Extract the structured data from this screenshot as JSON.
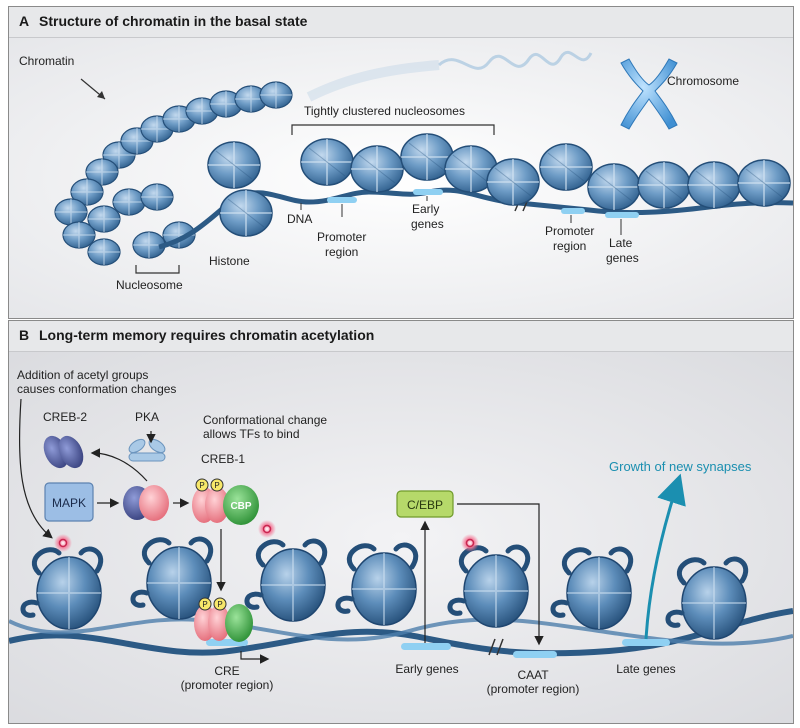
{
  "panel_a": {
    "letter": "A",
    "title": "Structure of chromatin in the basal state",
    "labels": {
      "chromatin": "Chromatin",
      "chromosome": "Chromosome",
      "tightly_clustered": "Tightly clustered nucleosomes",
      "dna": "DNA",
      "promoter_1_line1": "Promoter",
      "promoter_1_line2": "region",
      "early_genes_line1": "Early",
      "early_genes_line2": "genes",
      "promoter_2_line1": "Promoter",
      "promoter_2_line2": "region",
      "late_genes_line1": "Late",
      "late_genes_line2": "genes",
      "histone": "Histone",
      "nucleosome": "Nucleosome"
    }
  },
  "panel_b": {
    "letter": "B",
    "title": "Long-term memory requires chromatin acetylation",
    "labels": {
      "acetyl_line1": "Addition of acetyl groups",
      "acetyl_line2": "causes conformation changes",
      "creb2": "CREB-2",
      "pka": "PKA",
      "conf_line1": "Conformational change",
      "conf_line2": "allows TFs to bind",
      "creb1": "CREB-1",
      "cbp": "CBP",
      "mapk": "MAPK",
      "p": "P",
      "cebp": "C/EBP",
      "growth": "Growth of new synapses",
      "cre_line1": "CRE",
      "cre_line2": "(promoter region)",
      "early_genes": "Early genes",
      "caat_line1": "CAAT",
      "caat_line2": "(promoter region)",
      "late_genes": "Late genes"
    }
  },
  "colors": {
    "nucleosome": "#4a7fae",
    "nucleosome_light": "#a9c6e0",
    "dna": "#2c5a85",
    "gene_highlight": "#8fd0f2",
    "creb2": "#4e5aa0",
    "creb1": "#f08a94",
    "cbp": "#3aaa3e",
    "cebp": "#b6d96a",
    "mapk": "#9cbee5",
    "growth": "#1b8fb0",
    "acetyl": "#e04a72"
  }
}
